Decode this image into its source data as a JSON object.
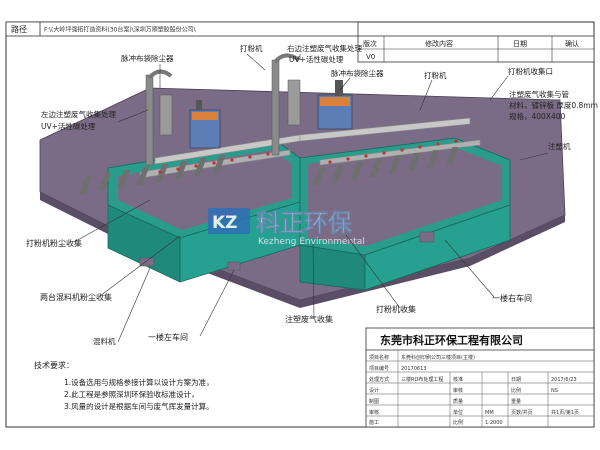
{
  "header": {
    "path_label": "路径",
    "path_value": "F:\\(大岭坪强拓打造资料(30台案)\\深圳万顺塑胶股份公司\\"
  },
  "revision_table": {
    "col_version": "版次",
    "col_modify": "修改内容",
    "col_date": "日期",
    "col_confirm": "确认",
    "row_version": "V0"
  },
  "callouts": {
    "pulse_dust_collector_left": "脉冲布袋除尘器",
    "powder_machine_top": "打粉机",
    "right_injection_exhaust": "右边注塑废气收集处理",
    "uv_carbon_right": "UV+活性碳处理",
    "pulse_dust_collector_right": "脉冲布袋除尘器",
    "powder_machine_right": "打粉机",
    "powder_collection_port": "打粉机收集口",
    "left_injection_exhaust": "左边注塑废气收集处理",
    "uv_carbon_left": "UV+活性碳处理",
    "duct_spec_1": "注塑废气收集与管",
    "duct_spec_2": "材料，镀锌板 厚度0.8mm",
    "duct_spec_3": "规格，400X400",
    "injection_machine": "注塑机",
    "powder_dust_collection": "打粉机粉尘收集",
    "mixer_dust_collection": "两台混料机粉尘收集",
    "mixer": "混料机",
    "powder_collection": "打粉机收集",
    "first_floor_right": "一楼右车间",
    "injection_exhaust_collection": "注塑废气收集",
    "first_floor_left": "一楼左车间"
  },
  "watermark": {
    "logo": "KZ",
    "cn": "科正环保",
    "en": "Kezheng Environmental"
  },
  "notes": {
    "title": "技术要求：",
    "items": [
      "1.设备选用与规格参接计算以设计方案为准，",
      "2.此工程是参照深圳环保验收标准设计，",
      "3.风量的设计是根据车间与废气挥发量计算。"
    ]
  },
  "title_block": {
    "company": "东莞市科正环保工程有限公司",
    "rows": [
      {
        "label": "项目名称",
        "value": "东莞科创印刷公司三楼项目(主楼)",
        "mid_label": "",
        "mid_value": "",
        "right_label": "",
        "right_value": ""
      },
      {
        "label": "项目编号",
        "value": "20170613",
        "mid_label": "",
        "mid_value": "",
        "right_label": "",
        "right_value": ""
      },
      {
        "label": "处理方式",
        "value": "三楼RO布处理工程",
        "mid_label": "核准",
        "mid_value": "",
        "right_label": "日期",
        "right_value": "2017/6/23"
      },
      {
        "label": "设计",
        "value": "",
        "mid_label": "审核",
        "mid_value": "",
        "right_label": "比例",
        "right_value": "NS"
      },
      {
        "label": "制图",
        "value": "",
        "mid_label": "质量",
        "mid_value": "",
        "right_label": "重量",
        "right_value": ""
      },
      {
        "label": "审核",
        "value": "",
        "mid_label": "单位",
        "mid_value": "MM",
        "right_label": "页数/共页",
        "right_value": "共1页/第1页"
      },
      {
        "label": "施工",
        "value": "",
        "mid_label": "比例",
        "mid_value": "1:2000",
        "right_label": "",
        "right_value": ""
      }
    ]
  },
  "colors": {
    "floor": "#7a6c86",
    "wall": "#1f8a7c",
    "wall_dark": "#17685d",
    "duct": "#c8c8c8",
    "equipment": "#8a8a8a",
    "roof_orange": "#d9813a",
    "label_line": "#333333"
  }
}
